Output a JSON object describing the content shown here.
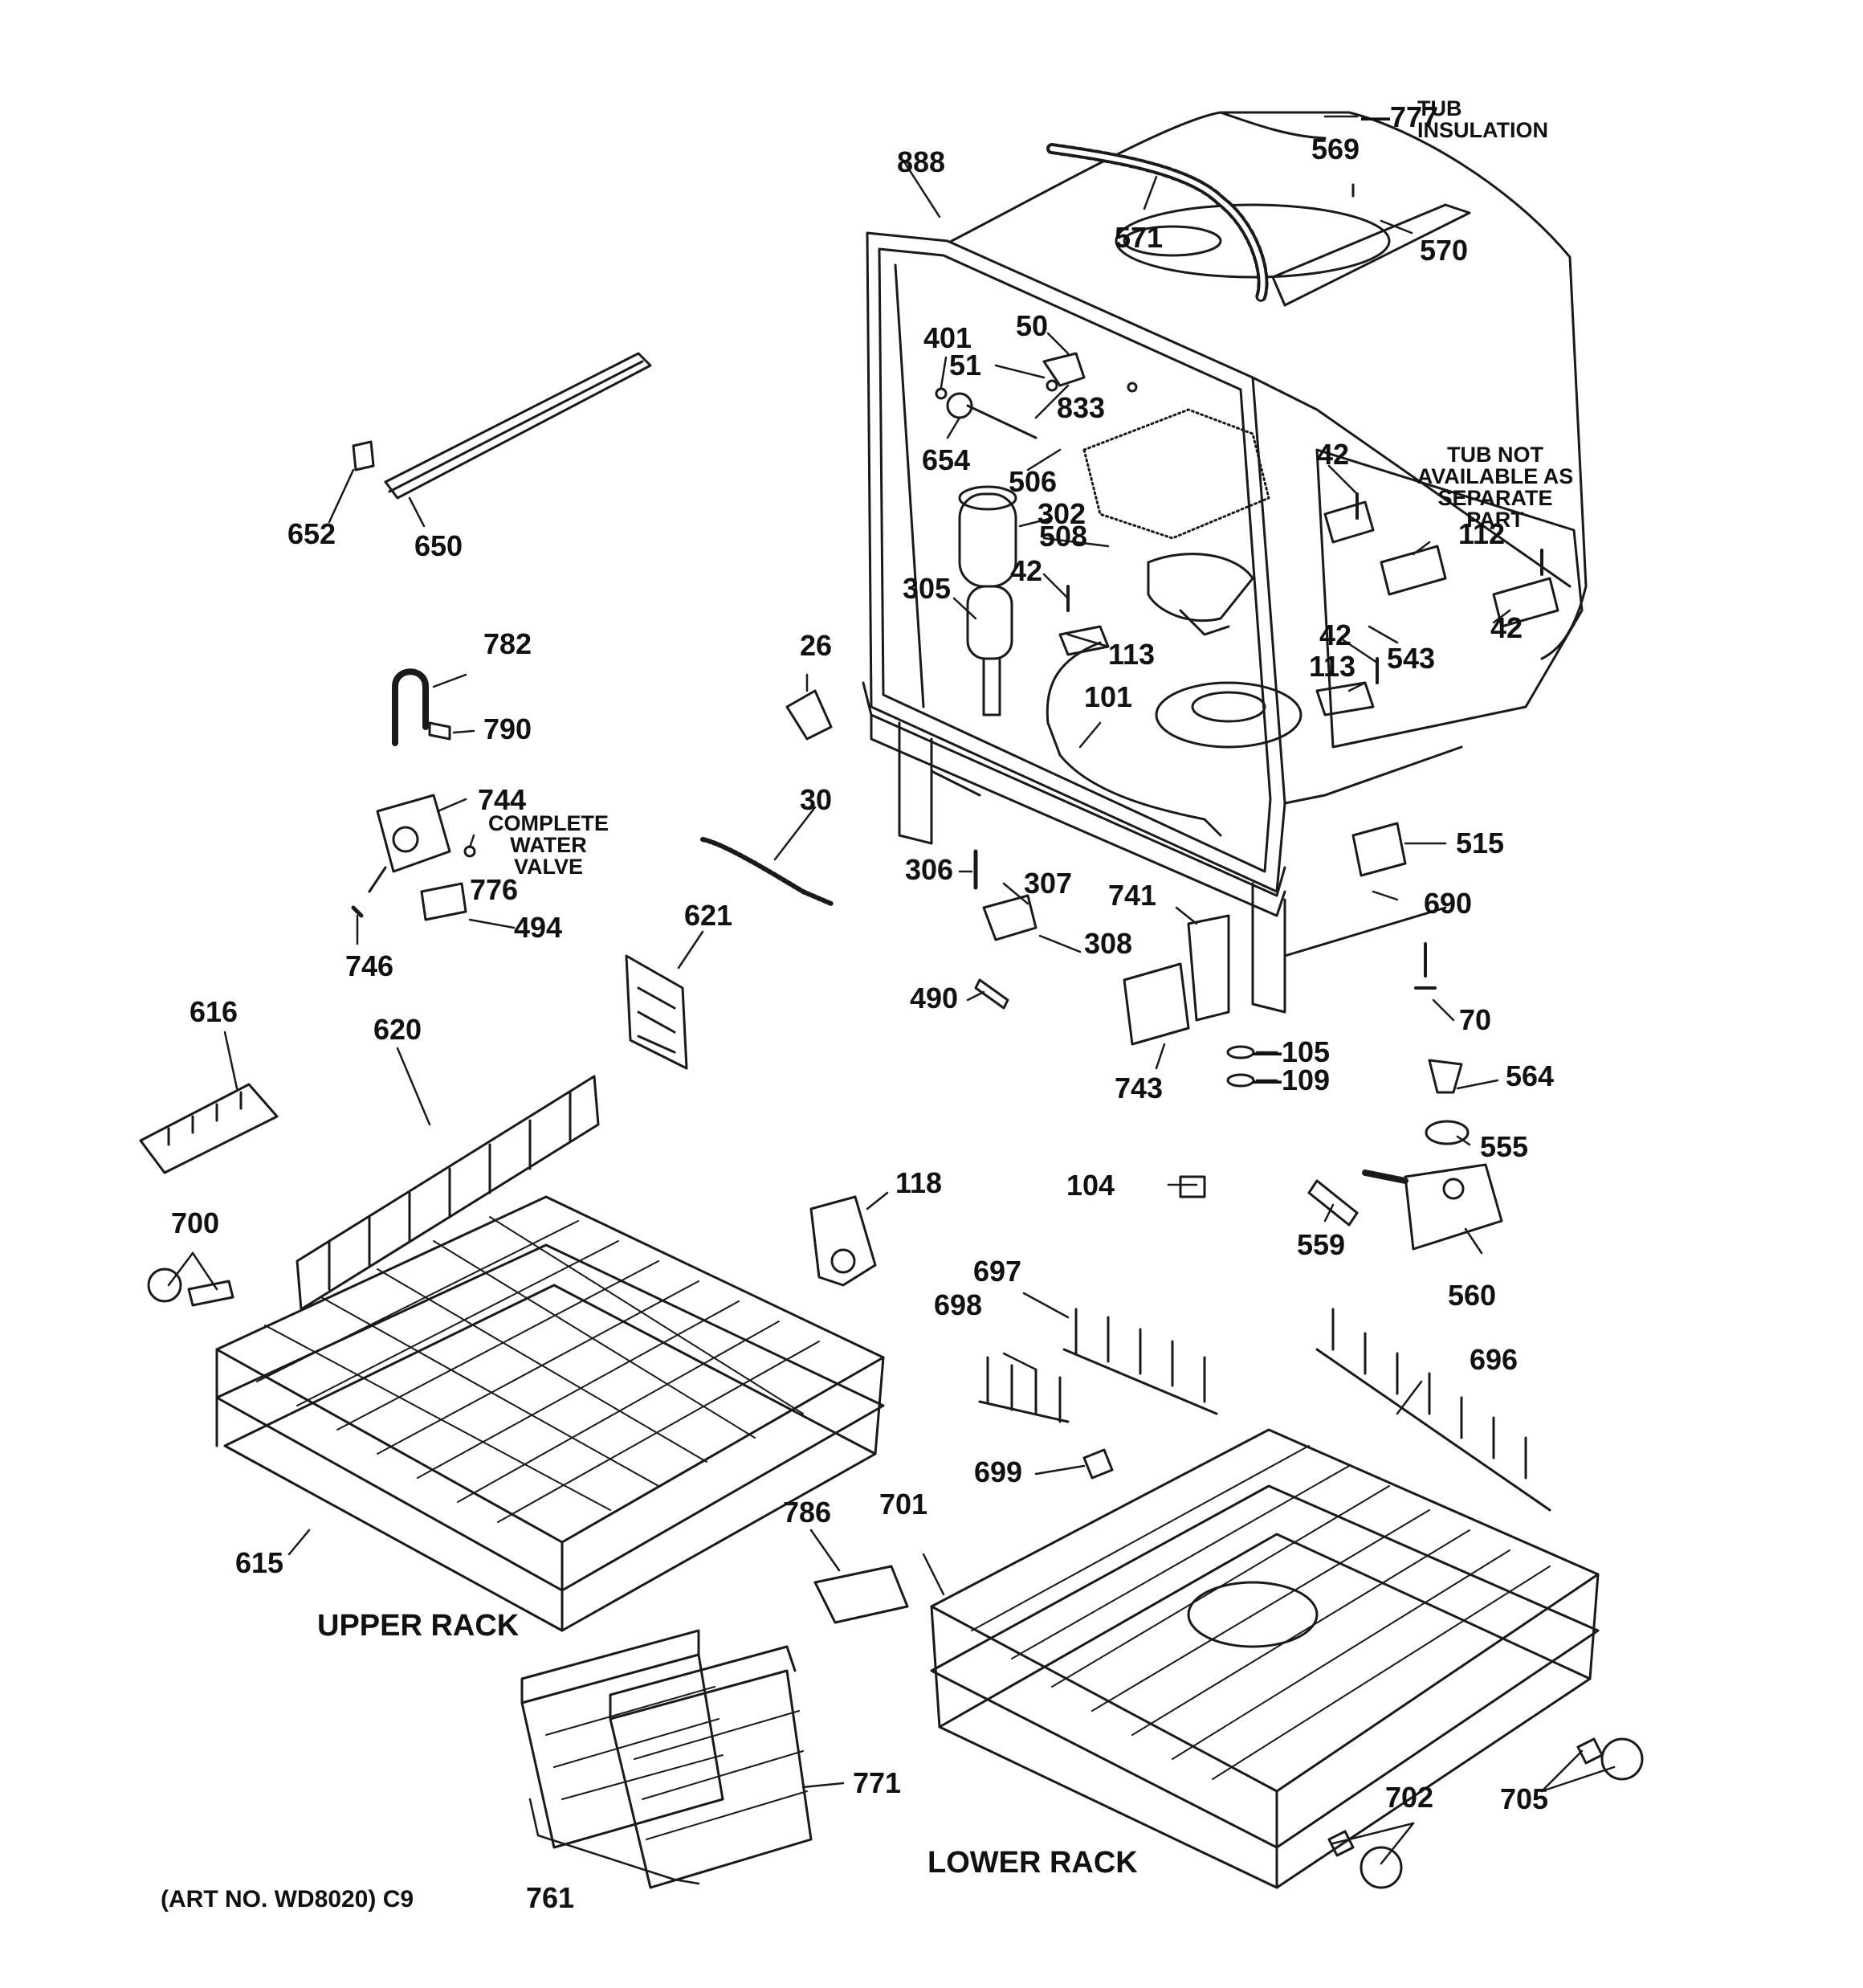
{
  "labels": {
    "p777": "777",
    "p569": "569",
    "p888": "888",
    "p571": "571",
    "p570": "570",
    "p50": "50",
    "p401": "401",
    "p51": "51",
    "p833": "833",
    "p654": "654",
    "p506": "506",
    "p302": "302",
    "p508": "508",
    "p42a": "42",
    "p305": "305",
    "p42b": "42",
    "p112": "112",
    "p42c": "42",
    "p42d": "42",
    "p543": "543",
    "p113a": "113",
    "p113b": "113",
    "p101": "101",
    "p26": "26",
    "p652": "652",
    "p650": "650",
    "p782": "782",
    "p790": "790",
    "p744": "744",
    "p776": "776",
    "p494": "494",
    "p746": "746",
    "p30": "30",
    "p621": "621",
    "p616": "616",
    "p620": "620",
    "p306": "306",
    "p307": "307",
    "p308": "308",
    "p741": "741",
    "p490": "490",
    "p743": "743",
    "p515": "515",
    "p690": "690",
    "p70": "70",
    "p105": "105",
    "p109": "109",
    "p564": "564",
    "p555": "555",
    "p104": "104",
    "p559": "559",
    "p560": "560",
    "p118": "118",
    "p700": "700",
    "p697": "697",
    "p698": "698",
    "p696": "696",
    "p699": "699",
    "p786": "786",
    "p701": "701",
    "p615": "615",
    "p771": "771",
    "p761": "761",
    "p702": "702",
    "p705": "705"
  },
  "notes": {
    "tub_insulation": [
      "TUB",
      "INSULATION"
    ],
    "tub_not_available": [
      "TUB NOT",
      "AVAILABLE AS",
      "SEPARATE PART"
    ],
    "complete_water_valve": [
      "COMPLETE",
      "WATER",
      "VALVE"
    ]
  },
  "captions": {
    "upper_rack": "UPPER RACK",
    "lower_rack": "LOWER RACK",
    "art_no": "(ART NO. WD8020) C9"
  }
}
